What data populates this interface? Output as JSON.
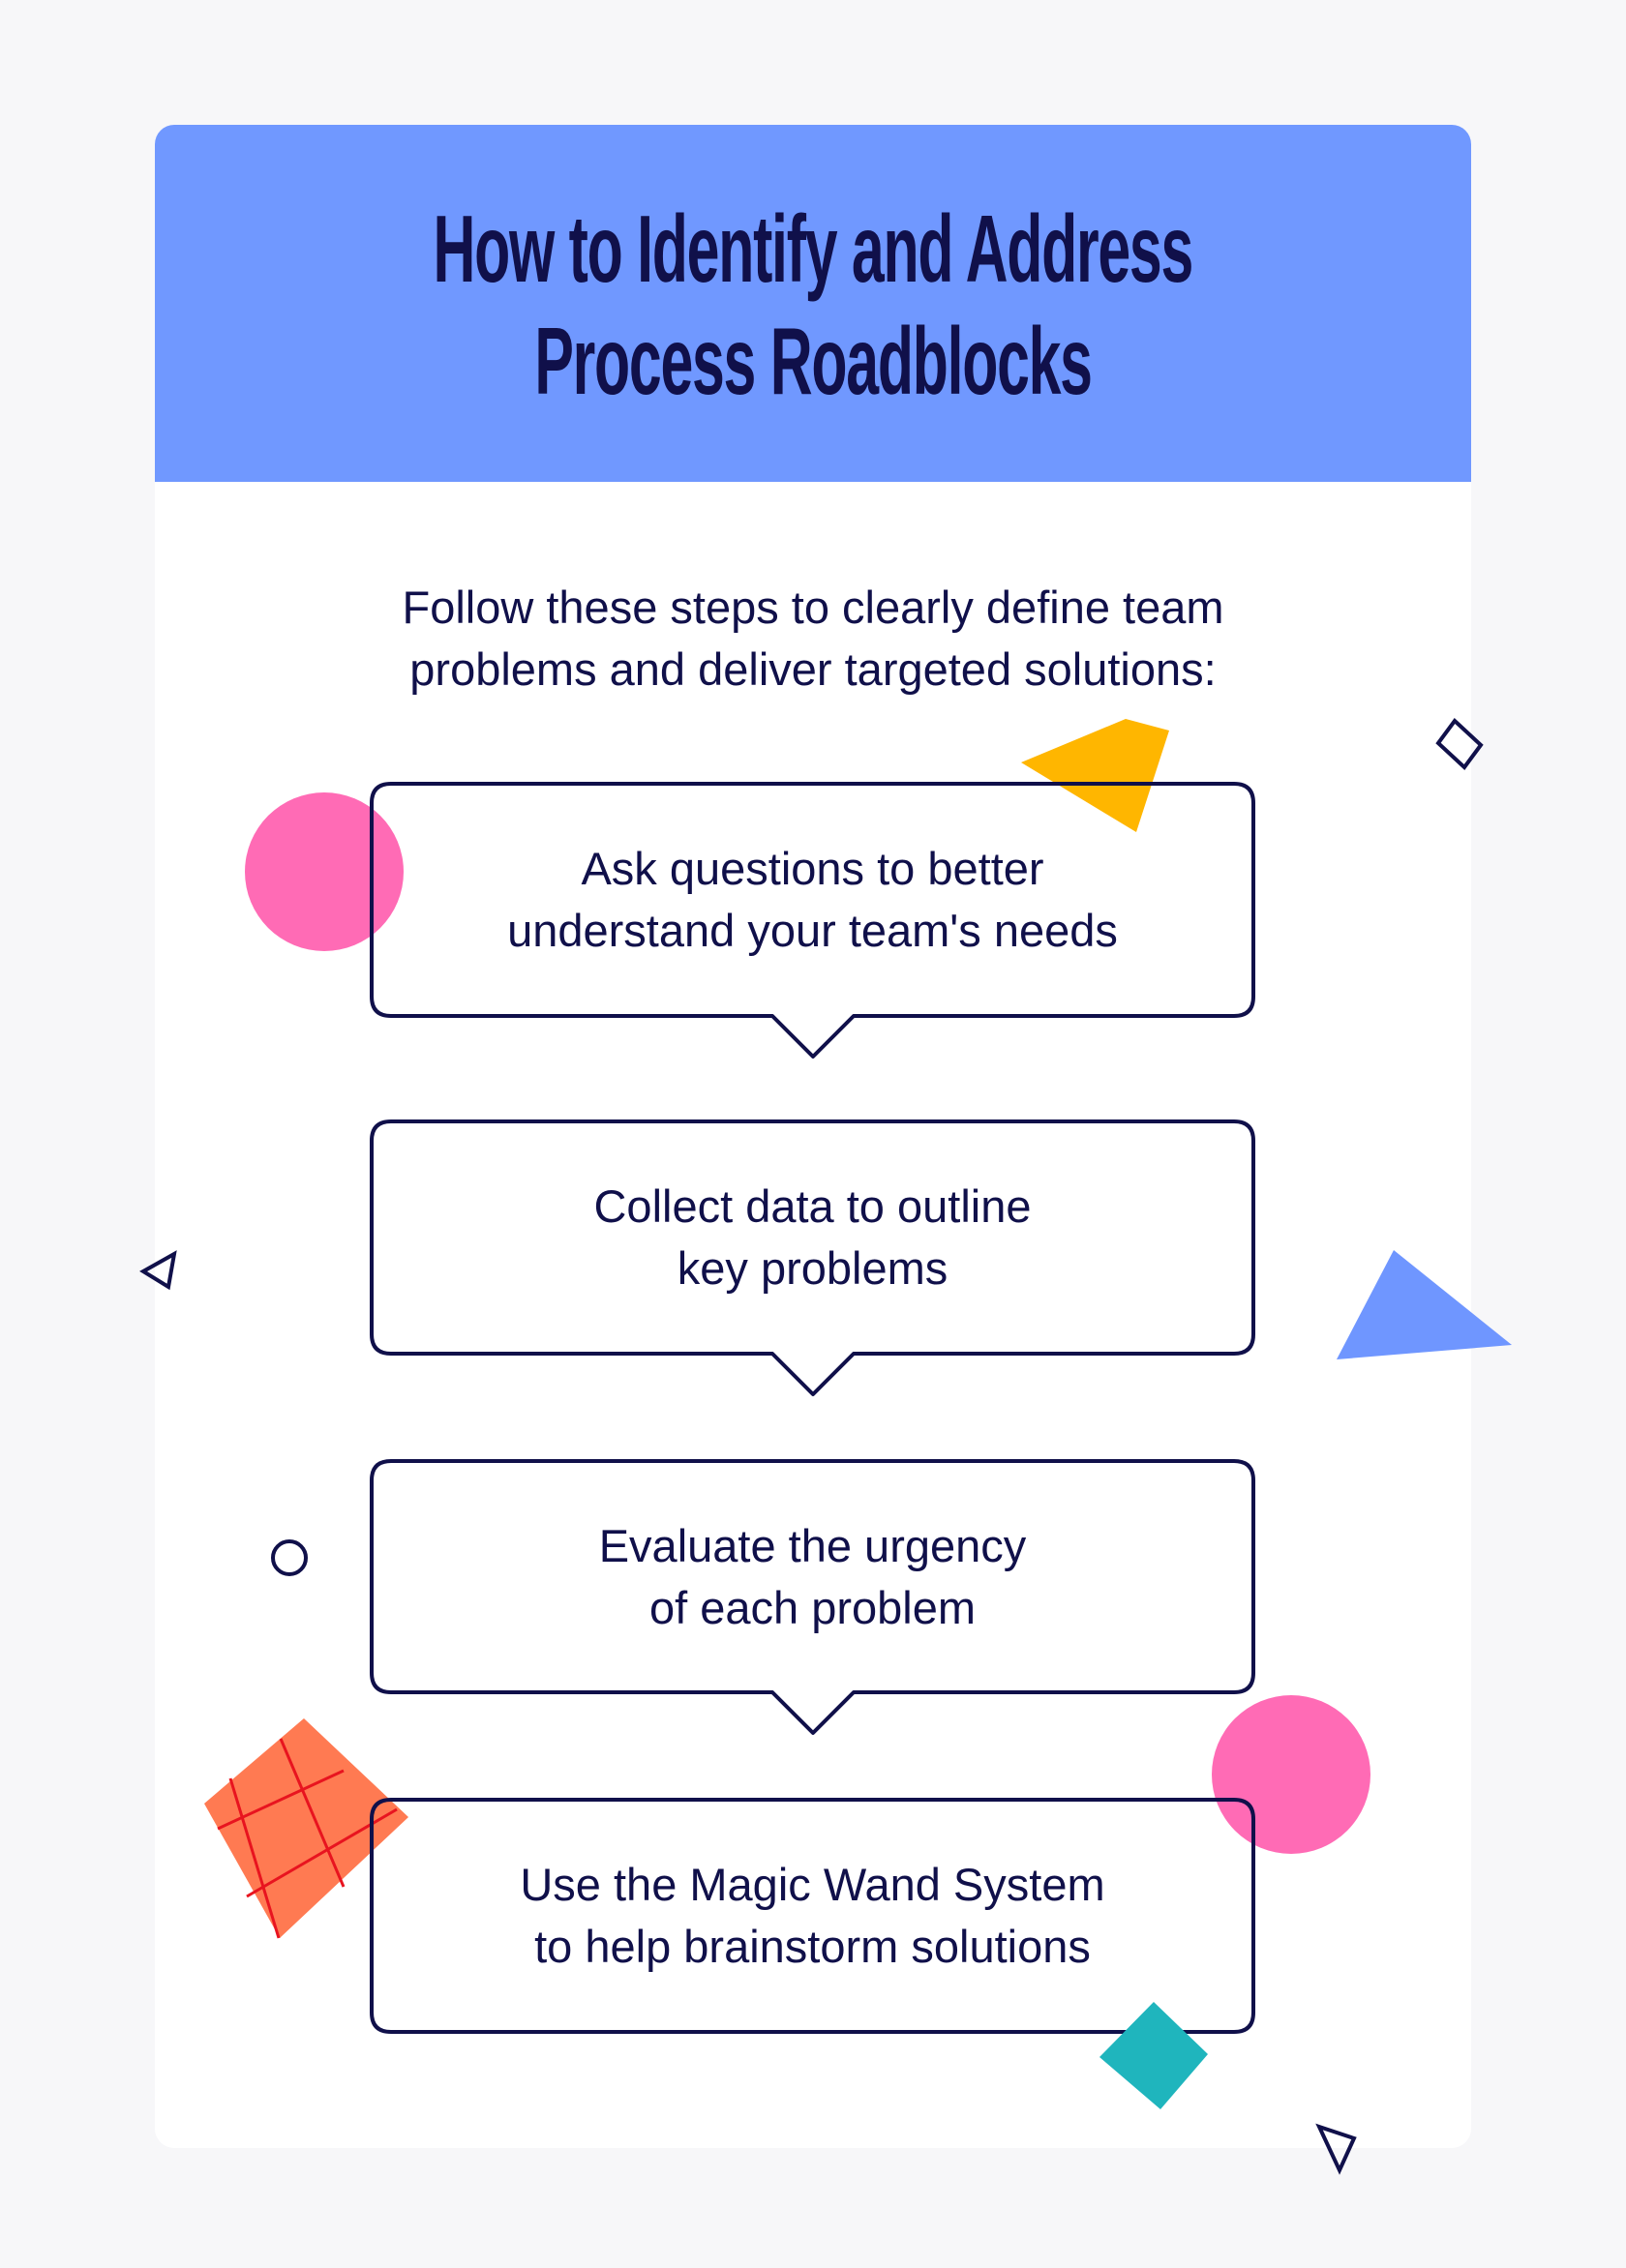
{
  "title": {
    "line1": "How to Identify and Address",
    "line2": "Process Roadblocks"
  },
  "subtitle": {
    "line1": "Follow these steps to clearly define team",
    "line2": "problems and deliver targeted solutions:"
  },
  "steps": [
    {
      "line1": "Ask questions to better",
      "line2": "understand your team's needs"
    },
    {
      "line1": "Collect data to outline",
      "line2": "key problems"
    },
    {
      "line1": "Evaluate the urgency",
      "line2": "of each problem"
    },
    {
      "line1": "Use the Magic Wand System",
      "line2": "to help brainstorm solutions"
    }
  ],
  "colors": {
    "header": "#7098ff",
    "ink": "#10104a",
    "pink": "#ff6bb5",
    "yellow": "#ffb600",
    "blue": "#6f96ff",
    "orange": "#ff7a52",
    "teal": "#1fb5bd"
  }
}
